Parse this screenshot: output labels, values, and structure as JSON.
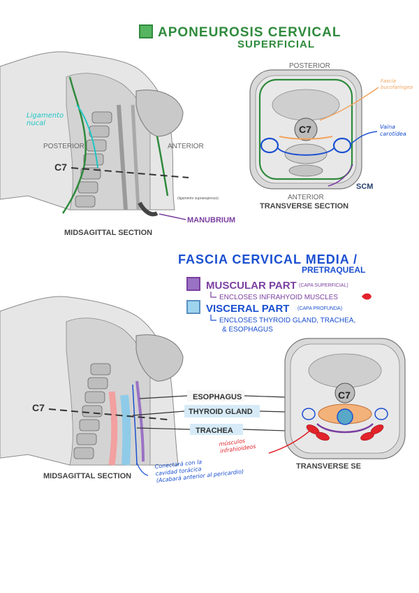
{
  "colors": {
    "green": "#2f8a3c",
    "purple": "#7a3fa0",
    "blue": "#1a4fd0",
    "dark": "#333333",
    "navy": "#27406e",
    "cyan": "#1fc6c4",
    "orange": "#f3a35e",
    "red": "#e2232b",
    "lightblue": "#9fd4ee",
    "lavender": "#9a72c4"
  },
  "section1": {
    "title_line1": "APONEUROSIS CERVICAL",
    "title_line2": "SUPERFICIAL",
    "sagittal": {
      "posterior": "POSTERIOR",
      "anterior": "ANTERIOR",
      "c7": "C7",
      "ligament": "Ligamento\nnucal",
      "small_note": "(ligamento supraespinoso)",
      "manubrium": "MANUBRIUM",
      "caption": "MIDSAGITTAL SECTION"
    },
    "transverse": {
      "posterior": "POSTERIOR",
      "anterior": "ANTERIOR",
      "c7": "C7",
      "fascia_label": "Fascia\nbucofaríngea",
      "vaina_label": "Vaina\ncarotídea",
      "scm": "SCM",
      "caption": "TRANSVERSE SECTION"
    }
  },
  "section2": {
    "title_line1": "FASCIA CERVICAL MEDIA /",
    "title_line2": "PRETRAQUEAL",
    "legend": {
      "muscular": "MUSCULAR PART",
      "muscular_note": "(CAPA SUPERFICIAL)",
      "muscular_sub": "ENCLOSES INFRAHYOID MUSCLES",
      "visceral": "VISCERAL PART",
      "visceral_note": "(CAPA PROFUNDA)",
      "visceral_sub_1": "ENCLOSES THYROID GLAND, TRACHEA,",
      "visceral_sub_2": "& ESOPHAGUS"
    },
    "sagittal": {
      "c7": "C7",
      "caption": "MIDSAGITTAL SECTION",
      "note": "Conectará con la\ncavidad torácica\n(Acabará anterior al pericardio)"
    },
    "labels": {
      "esophagus": "ESOPHAGUS",
      "thyroid": "THYROID GLAND",
      "trachea": "TRACHEA"
    },
    "transverse": {
      "c7": "C7",
      "muscles_label": "músculos\ninfrahioideos",
      "caption": "TRANSVERSE SE"
    }
  }
}
